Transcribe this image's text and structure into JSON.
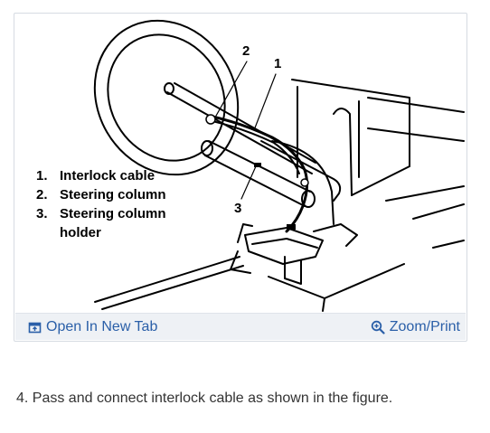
{
  "figure": {
    "legend": [
      {
        "num": "1.",
        "text": "Interlock cable"
      },
      {
        "num": "2.",
        "text": "Steering column"
      },
      {
        "num": "3.",
        "text": "Steering column"
      },
      {
        "num": "",
        "text": "holder"
      }
    ],
    "callouts": {
      "c1": "1",
      "c2": "2",
      "c3": "3"
    }
  },
  "toolbar": {
    "open_label": "Open In New Tab",
    "zoom_label": "Zoom/Print",
    "link_color": "#2a5fa8"
  },
  "step": {
    "text": "4. Pass and connect interlock cable as shown in the figure."
  }
}
